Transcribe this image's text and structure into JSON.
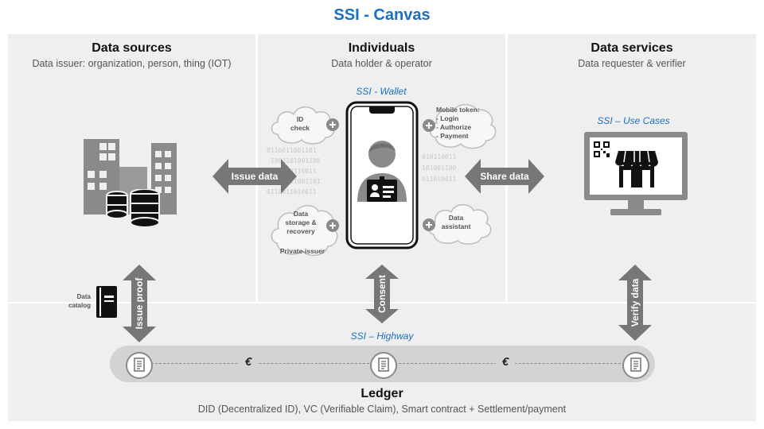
{
  "title": "SSI - Canvas",
  "columns": {
    "sources": {
      "title": "Data sources",
      "subtitle": "Data issuer: organization, person, thing (IOT)"
    },
    "individuals": {
      "title": "Individuals",
      "subtitle": "Data holder & operator"
    },
    "services": {
      "title": "Data services",
      "subtitle": "Data requester & verifier"
    }
  },
  "wallet_label": "SSI - Wallet",
  "use_cases_label": "SSI – Use Cases",
  "highway_label": "SSI – Highway",
  "clouds": {
    "id_check": [
      "ID",
      "check"
    ],
    "mobile_token": [
      "Mobile token:",
      "- Login",
      "- Authorize",
      "- Payment"
    ],
    "data_storage": [
      "Data",
      "storage &",
      "recovery"
    ],
    "private_issuer": "Private-issuer",
    "data_assistant": [
      "Data",
      "assistant"
    ]
  },
  "arrows": {
    "issue_data": "Issue data",
    "share_data": "Share data",
    "issue_proof": "Issue proof",
    "consent": "Consent",
    "verify_data": "Verify data"
  },
  "data_catalog": [
    "Data",
    "catalog"
  ],
  "ledger": {
    "title": "Ledger",
    "subtitle": "DID (Decentralized ID), VC (Verifiable Claim), Smart contract + Settlement/payment",
    "currency_symbol": "€"
  },
  "colors": {
    "title_blue": "#1a6fc0",
    "panel_gray": "#efefef",
    "arrow_gray": "#777777",
    "icon_gray": "#8a8a8a"
  },
  "icons": [
    "buildings-icon",
    "database-icon",
    "smartphone-icon",
    "user-id-icon",
    "monitor-icon",
    "storefront-icon",
    "qr-code-icon",
    "book-icon",
    "document-icon",
    "plus-icon"
  ]
}
